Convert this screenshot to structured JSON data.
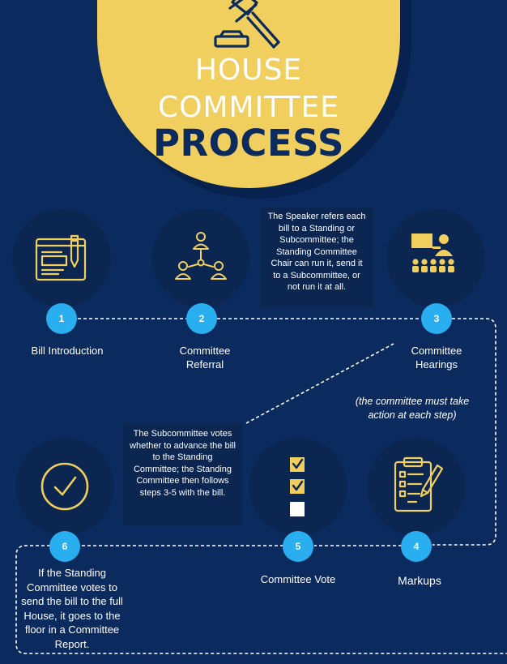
{
  "header": {
    "line1": "HOUSE",
    "line2": "COMMITTEE",
    "line3": "PROCESS"
  },
  "colors": {
    "background": "#0b2a5e",
    "accent_yellow": "#f0cf5f",
    "step_blue": "#29aef0",
    "circle_dark": "#0a2651"
  },
  "steps": [
    {
      "number": "1",
      "label": "Bill Introduction",
      "icon": "document-pen-icon"
    },
    {
      "number": "2",
      "label": "Committee Referral",
      "icon": "people-network-icon"
    },
    {
      "number": "3",
      "label": "Committee Hearings",
      "icon": "presentation-audience-icon"
    },
    {
      "number": "4",
      "label": "Markups",
      "icon": "clipboard-pen-icon"
    },
    {
      "number": "5",
      "label": "Committee Vote",
      "icon": "checkbox-list-icon"
    },
    {
      "number": "6",
      "label": "If the Standing Committee votes to send the bill to the full House, it goes to the floor in a Committee Report.",
      "icon": "check-circle-icon"
    }
  ],
  "notes": {
    "referral": "The Speaker refers each bill to a Standing or Subcommittee; the Standing Committee Chair can run it, send it to a Subcommittee, or not run it at all.",
    "subcommittee": "The Subcommittee votes whether to advance the bill to the Standing Committee; the Standing Committee then follows steps 3-5 with the bill.",
    "action": "(the committee must take action at each step)"
  }
}
